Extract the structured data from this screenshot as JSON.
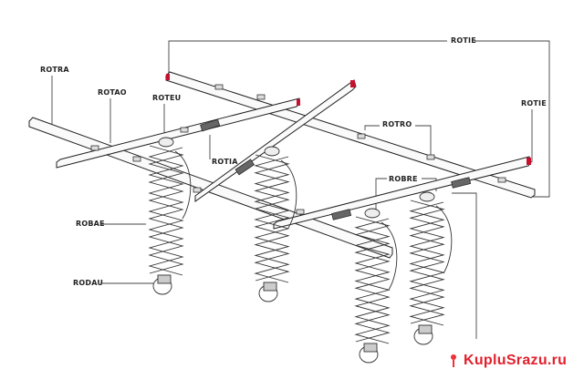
{
  "labels": {
    "rotie_top": "ROTIE",
    "rotie_right": "ROTIE",
    "rotra": "ROTRA",
    "rotao": "ROTAO",
    "roteu": "ROTEU",
    "rotia": "ROTIA",
    "rotro": "ROTRO",
    "robre": "ROBRE",
    "robae": "ROBAE",
    "rodau": "RODAU"
  },
  "watermark": {
    "text": "KupluSrazu.ru"
  },
  "colors": {
    "accent": "#c8102e",
    "watermark": "#e2202c",
    "line": "#333333"
  }
}
